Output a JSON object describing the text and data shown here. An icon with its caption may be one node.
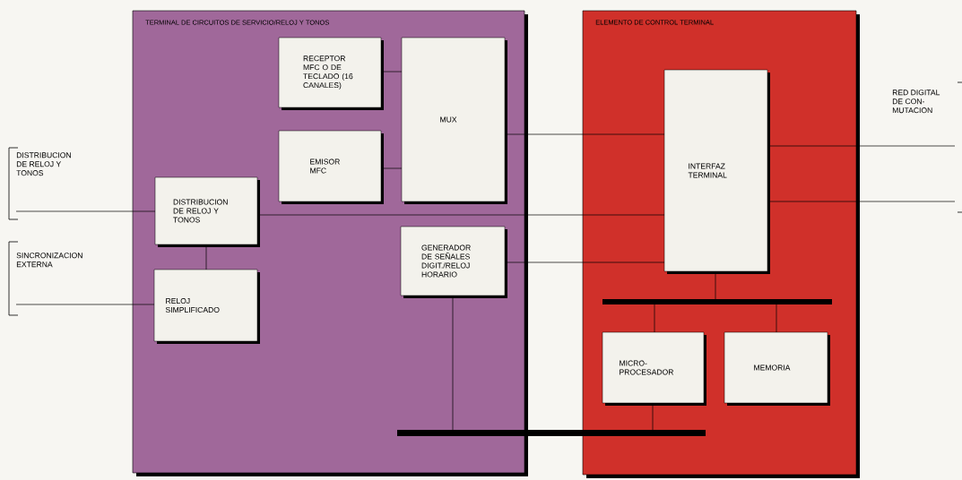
{
  "diagram": {
    "nodes": [
      {
        "text": [
          "TERMINAL DE CIRCUITOS DE SERVICIO/RELOJ Y TONOS"
        ]
      },
      {
        "text": [
          "RECEPTOR MFC O DE TECLADO (16 CANALES)"
        ],
        "in": 0
      },
      {
        "text": [
          "MUX"
        ],
        "in": 0
      },
      {
        "text": [
          "EMISOR MFC"
        ],
        "in": 0
      },
      {
        "text": [
          "DISTRIBUCION DE RELOJ Y TONOS"
        ],
        "in": 0
      },
      {
        "text": [
          "GENERADOR DE SEÑALES DIGIT./RELOJ HORARIO"
        ],
        "in": 0
      },
      {
        "text": [
          "RELOJ SIMPLIFICADO"
        ],
        "in": 0
      },
      {
        "text": [
          "ELEMENTO DE CONTROL TERMINAL"
        ]
      },
      {
        "text": [
          "INTERFAZ TERMINAL"
        ],
        "in": 7
      },
      {
        "text": [
          "MICRO- PROCESADOR"
        ],
        "in": 7
      },
      {
        "text": [
          "MEMORIA"
        ],
        "in": 7
      },
      {
        "text": [],
        "shape": "bar",
        "in": 7
      },
      {
        "text": [],
        "shape": "bar"
      },
      {
        "text": [
          "DISTRIBUCION DE RELOJ Y TONOS"
        ]
      },
      {
        "text": [
          "SINCRONIZACION EXTERNA"
        ]
      },
      {
        "text": [
          "RED DIGITAL DE CON- MUTACION"
        ]
      }
    ],
    "edges": [
      {
        "from": 1,
        "to": 2,
        "arrow": "none"
      },
      {
        "from": 3,
        "to": 2,
        "arrow": "none"
      },
      {
        "from": 2,
        "to": 8,
        "arrow": "none"
      },
      {
        "from": 13,
        "to": 4,
        "arrow": "none"
      },
      {
        "from": 4,
        "to": 8,
        "arrow": "none"
      },
      {
        "from": 4,
        "to": 6,
        "arrow": "none"
      },
      {
        "from": 14,
        "to": 6,
        "arrow": "none"
      },
      {
        "from": 5,
        "to": 8,
        "arrow": "none"
      },
      {
        "from": 8,
        "to": 15,
        "arrow": "none"
      },
      {
        "from": 8,
        "to": 15,
        "arrow": "none"
      },
      {
        "from": 8,
        "to": 11,
        "arrow": "none"
      },
      {
        "from": 11,
        "to": 9,
        "arrow": "none"
      },
      {
        "from": 11,
        "to": 10,
        "arrow": "none"
      },
      {
        "from": 9,
        "to": 12,
        "arrow": "none"
      },
      {
        "from": 5,
        "to": 12,
        "arrow": "none"
      }
    ]
  }
}
